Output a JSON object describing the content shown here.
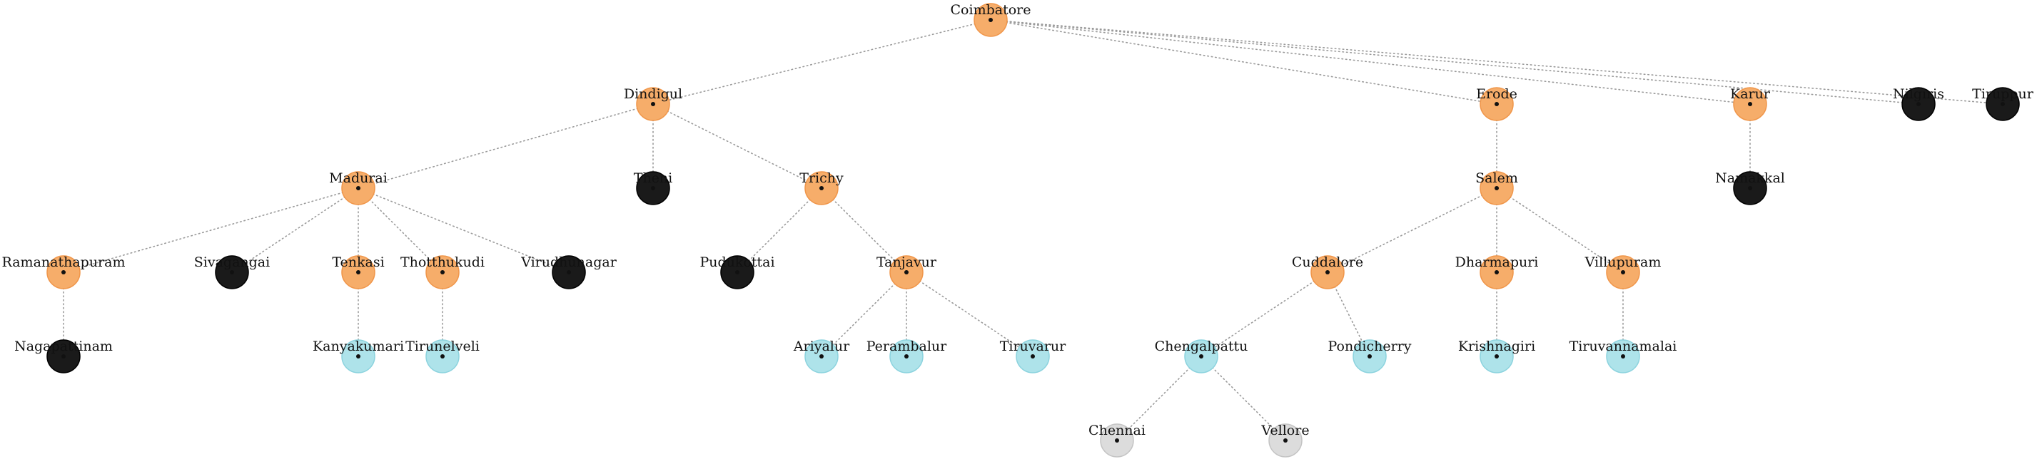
{
  "colors": {
    "orange": "#f6ad6a",
    "orange_stroke": "#f0964a",
    "black": "#1a1a1a",
    "black_stroke": "#000000",
    "cyan": "#aee3ea",
    "cyan_stroke": "#8cd3de",
    "gray": "#dcdcdc",
    "gray_stroke": "#c4c4c4"
  },
  "nodes": [
    {
      "id": "coimbatore",
      "label": "Coimbatore",
      "color": "orange"
    },
    {
      "id": "dindigul",
      "label": "Dindigul",
      "color": "orange"
    },
    {
      "id": "erode",
      "label": "Erode",
      "color": "orange"
    },
    {
      "id": "karur",
      "label": "Karur",
      "color": "orange"
    },
    {
      "id": "nilgiris",
      "label": "Nilgiris",
      "color": "black"
    },
    {
      "id": "tiruppur",
      "label": "Tiruppur",
      "color": "black"
    },
    {
      "id": "madurai",
      "label": "Madurai",
      "color": "orange"
    },
    {
      "id": "theni",
      "label": "Theni",
      "color": "black"
    },
    {
      "id": "trichy",
      "label": "Trichy",
      "color": "orange"
    },
    {
      "id": "salem",
      "label": "Salem",
      "color": "orange"
    },
    {
      "id": "namakkal",
      "label": "Namakkal",
      "color": "black"
    },
    {
      "id": "ramanathapuram",
      "label": "Ramanathapuram",
      "color": "orange"
    },
    {
      "id": "sivagangai",
      "label": "Sivagangai",
      "color": "black"
    },
    {
      "id": "tenkasi",
      "label": "Tenkasi",
      "color": "orange"
    },
    {
      "id": "thothukudi",
      "label": "Thotthukudi",
      "color": "orange"
    },
    {
      "id": "virudhunagar",
      "label": "Virudhunagar",
      "color": "black"
    },
    {
      "id": "pudukottai",
      "label": "Pudukottai",
      "color": "black"
    },
    {
      "id": "tanjavur",
      "label": "Tanjavur",
      "color": "orange"
    },
    {
      "id": "cuddalore",
      "label": "Cuddalore",
      "color": "orange"
    },
    {
      "id": "dharmapuri",
      "label": "Dharmapuri",
      "color": "orange"
    },
    {
      "id": "villupuram",
      "label": "Villupuram",
      "color": "orange"
    },
    {
      "id": "nagapattinam",
      "label": "Nagapattinam",
      "color": "black"
    },
    {
      "id": "kanyakumari",
      "label": "Kanyakumari",
      "color": "cyan"
    },
    {
      "id": "tirunelveli",
      "label": "Tirunelveli",
      "color": "cyan"
    },
    {
      "id": "ariyalur",
      "label": "Ariyalur",
      "color": "cyan"
    },
    {
      "id": "perambalur",
      "label": "Perambalur",
      "color": "cyan"
    },
    {
      "id": "tiruvarur",
      "label": "Tiruvarur",
      "color": "cyan"
    },
    {
      "id": "chengalpattu",
      "label": "Chengalpattu",
      "color": "cyan"
    },
    {
      "id": "pondicherry",
      "label": "Pondicherry",
      "color": "cyan"
    },
    {
      "id": "krishnagiri",
      "label": "Krishnagiri",
      "color": "cyan"
    },
    {
      "id": "tiruvannamalai",
      "label": "Tiruvannamalai",
      "color": "cyan"
    },
    {
      "id": "chennai",
      "label": "Chennai",
      "color": "gray"
    },
    {
      "id": "vellore",
      "label": "Vellore",
      "color": "gray"
    }
  ],
  "edges": [
    [
      "coimbatore",
      "dindigul"
    ],
    [
      "coimbatore",
      "erode"
    ],
    [
      "coimbatore",
      "karur"
    ],
    [
      "coimbatore",
      "nilgiris"
    ],
    [
      "coimbatore",
      "tiruppur"
    ],
    [
      "dindigul",
      "madurai"
    ],
    [
      "dindigul",
      "theni"
    ],
    [
      "dindigul",
      "trichy"
    ],
    [
      "erode",
      "salem"
    ],
    [
      "karur",
      "namakkal"
    ],
    [
      "madurai",
      "ramanathapuram"
    ],
    [
      "madurai",
      "sivagangai"
    ],
    [
      "madurai",
      "tenkasi"
    ],
    [
      "madurai",
      "thothukudi"
    ],
    [
      "madurai",
      "virudhunagar"
    ],
    [
      "trichy",
      "pudukottai"
    ],
    [
      "trichy",
      "tanjavur"
    ],
    [
      "salem",
      "cuddalore"
    ],
    [
      "salem",
      "dharmapuri"
    ],
    [
      "salem",
      "villupuram"
    ],
    [
      "ramanathapuram",
      "nagapattinam"
    ],
    [
      "tenkasi",
      "kanyakumari"
    ],
    [
      "thothukudi",
      "tirunelveli"
    ],
    [
      "tanjavur",
      "ariyalur"
    ],
    [
      "tanjavur",
      "perambalur"
    ],
    [
      "tanjavur",
      "tiruvarur"
    ],
    [
      "cuddalore",
      "chengalpattu"
    ],
    [
      "cuddalore",
      "pondicherry"
    ],
    [
      "dharmapuri",
      "krishnagiri"
    ],
    [
      "villupuram",
      "tiruvannamalai"
    ],
    [
      "chengalpattu",
      "chennai"
    ],
    [
      "chengalpattu",
      "vellore"
    ]
  ]
}
